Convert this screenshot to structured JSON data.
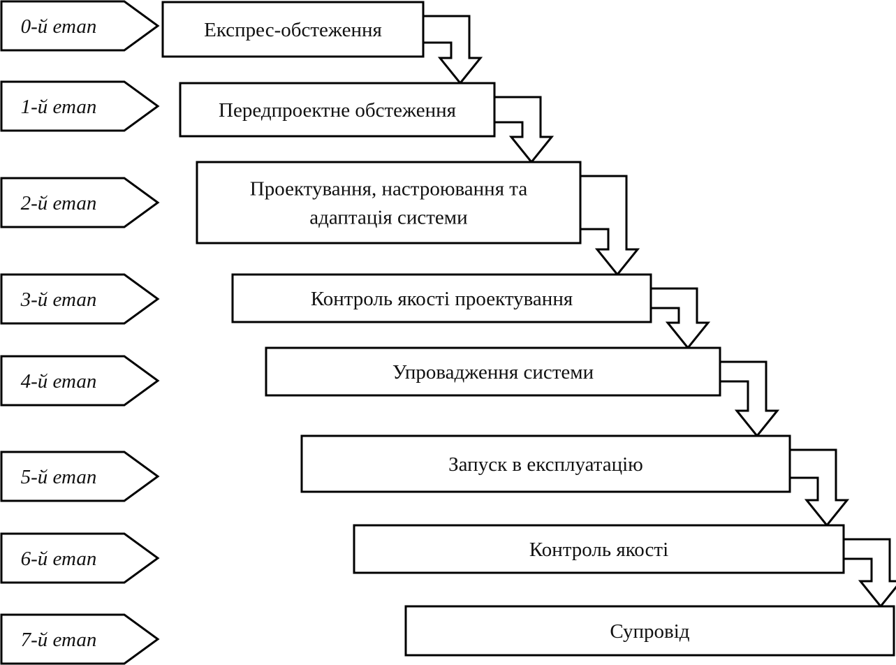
{
  "diagram": {
    "stages": [
      {
        "label": "0-й етап",
        "step": [
          "Експрес-обстеження"
        ]
      },
      {
        "label": "1-й етап",
        "step": [
          "Передпроектне обстеження"
        ]
      },
      {
        "label": "2-й етап",
        "step": [
          "Проектування, настроювання та",
          "адаптація системи"
        ]
      },
      {
        "label": "3-й етап",
        "step": [
          "Контроль якості проектування"
        ]
      },
      {
        "label": "4-й етап",
        "step": [
          "Упровадження системи"
        ]
      },
      {
        "label": "5-й етап",
        "step": [
          "Запуск в експлуатацію"
        ]
      },
      {
        "label": "6-й етап",
        "step": [
          "Контроль якості"
        ]
      },
      {
        "label": "7-й етап",
        "step": [
          "Супровід"
        ]
      }
    ],
    "colors": {
      "stroke": "#000000",
      "fill": "#ffffff",
      "text": "#111111"
    }
  }
}
